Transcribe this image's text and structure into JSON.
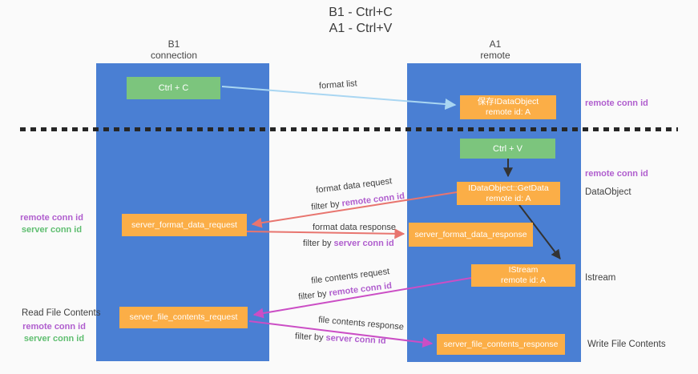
{
  "title": {
    "line1": "B1 - Ctrl+C",
    "line2": "A1 - Ctrl+V"
  },
  "lanes": {
    "left": {
      "title": "B1",
      "subtitle": "connection"
    },
    "right": {
      "title": "A1",
      "subtitle": "remote"
    }
  },
  "nodes": {
    "ctrl_c": {
      "label": "Ctrl + C"
    },
    "save_idataobject": {
      "line1": "保存IDataObject",
      "line2": "remote id: A"
    },
    "ctrl_v": {
      "label": "Ctrl + V"
    },
    "getdata": {
      "line1": "IDataObject::GetData",
      "line2": "remote id: A"
    },
    "server_format_data_request": {
      "label": "server_format_data_request"
    },
    "server_format_data_response": {
      "label": "server_format_data_response"
    },
    "istream": {
      "line1": "IStream",
      "line2": "remote id: A"
    },
    "server_file_contents_request": {
      "label": "server_file_contents_request"
    },
    "server_file_contents_response": {
      "label": "server_file_contents_response"
    }
  },
  "flow_labels": {
    "format_list": "format list",
    "format_data_request": "format data request",
    "format_data_response": "format data response",
    "file_contents_request": "file contents request",
    "file_contents_response": "file contents response",
    "filter_by": "filter by",
    "remote_conn_id": "remote conn id",
    "server_conn_id": "server conn id"
  },
  "side_right": {
    "remote_conn_id_top": "remote conn id",
    "remote_conn_id_mid": "remote conn id",
    "dataobject": "DataObject",
    "istream": "Istream",
    "write_file_contents": "Write File Contents"
  },
  "side_left": {
    "remote_conn_id_mid": "remote conn id",
    "server_conn_id_mid": "server conn id",
    "read_file_contents": "Read File Contents",
    "remote_conn_id_bottom": "remote conn id",
    "server_conn_id_bottom": "server conn id"
  },
  "colors": {
    "lane_blue": "#4a7fd3",
    "node_green": "#7cc57d",
    "node_orange": "#fbae47",
    "purple_text": "#b05ece",
    "green_text": "#5fbe70",
    "arrow_light_blue": "#a9d6f2",
    "arrow_red": "#e8756f",
    "arrow_magenta": "#cb4ec5",
    "arrow_black": "#333333",
    "divider_black": "#262626",
    "background": "#fafafa"
  }
}
